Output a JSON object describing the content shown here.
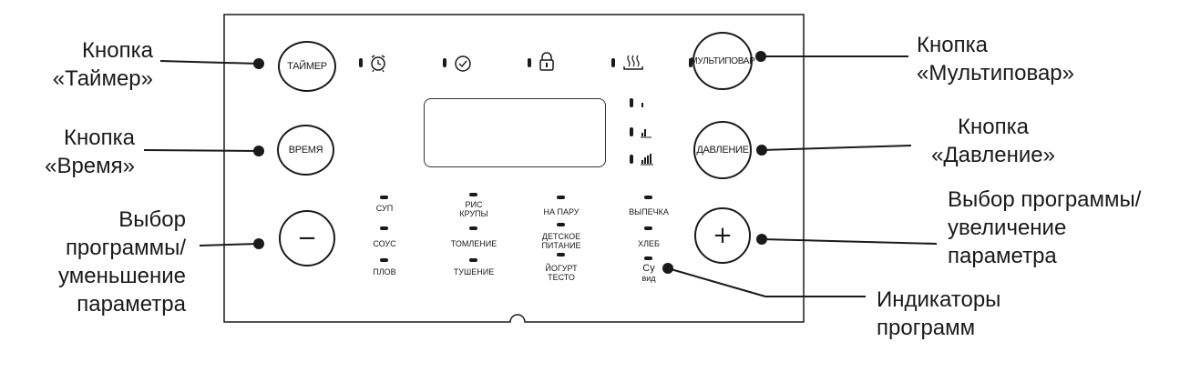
{
  "callouts": {
    "timer": [
      "Кнопка",
      "«Таймер»"
    ],
    "time": [
      "Кнопка",
      "«Время»"
    ],
    "minus": [
      "Выбор",
      "программы/",
      "уменьшение",
      "параметра"
    ],
    "multicooker": [
      "Кнопка",
      "«Мультиповар»"
    ],
    "pressure": [
      "Кнопка",
      "«Давление»"
    ],
    "plus": [
      "Выбор программы/",
      "увеличение",
      "параметра"
    ],
    "indicators": [
      "Индикаторы",
      "программ"
    ]
  },
  "buttons": {
    "timer": "ТАЙМЕР",
    "time": "ВРЕМЯ",
    "minus": "−",
    "multicooker": "МУЛЬТИПОВАР",
    "pressure": "ДАВЛЕНИЕ",
    "plus": "+"
  },
  "programs": {
    "soup": "СУП",
    "sauce": "СОУС",
    "pilaf": "ПЛОВ",
    "rice": [
      "РИС",
      "КРУПЫ"
    ],
    "simmer": "ТОМЛЕНИЕ",
    "stew": "ТУШЕНИЕ",
    "steam": "НА ПАРУ",
    "baby": [
      "ДЕТСКОЕ",
      "ПИТАНИЕ"
    ],
    "yogurt": [
      "ЙОГУРТ",
      "ТЕСТО"
    ],
    "bake": "ВЫПЕЧКА",
    "bread": "ХЛЕБ",
    "sousvide": [
      "Су",
      "вид"
    ]
  },
  "icons": {
    "top_row": [
      "alarm-clock-icon",
      "clock-icon",
      "lock-icon",
      "keep-warm-icon"
    ],
    "pressure_levels": [
      "pressure-low-icon",
      "pressure-medium-icon",
      "pressure-high-icon"
    ]
  },
  "colors": {
    "line": "#1a1a1a",
    "background": "#ffffff"
  }
}
